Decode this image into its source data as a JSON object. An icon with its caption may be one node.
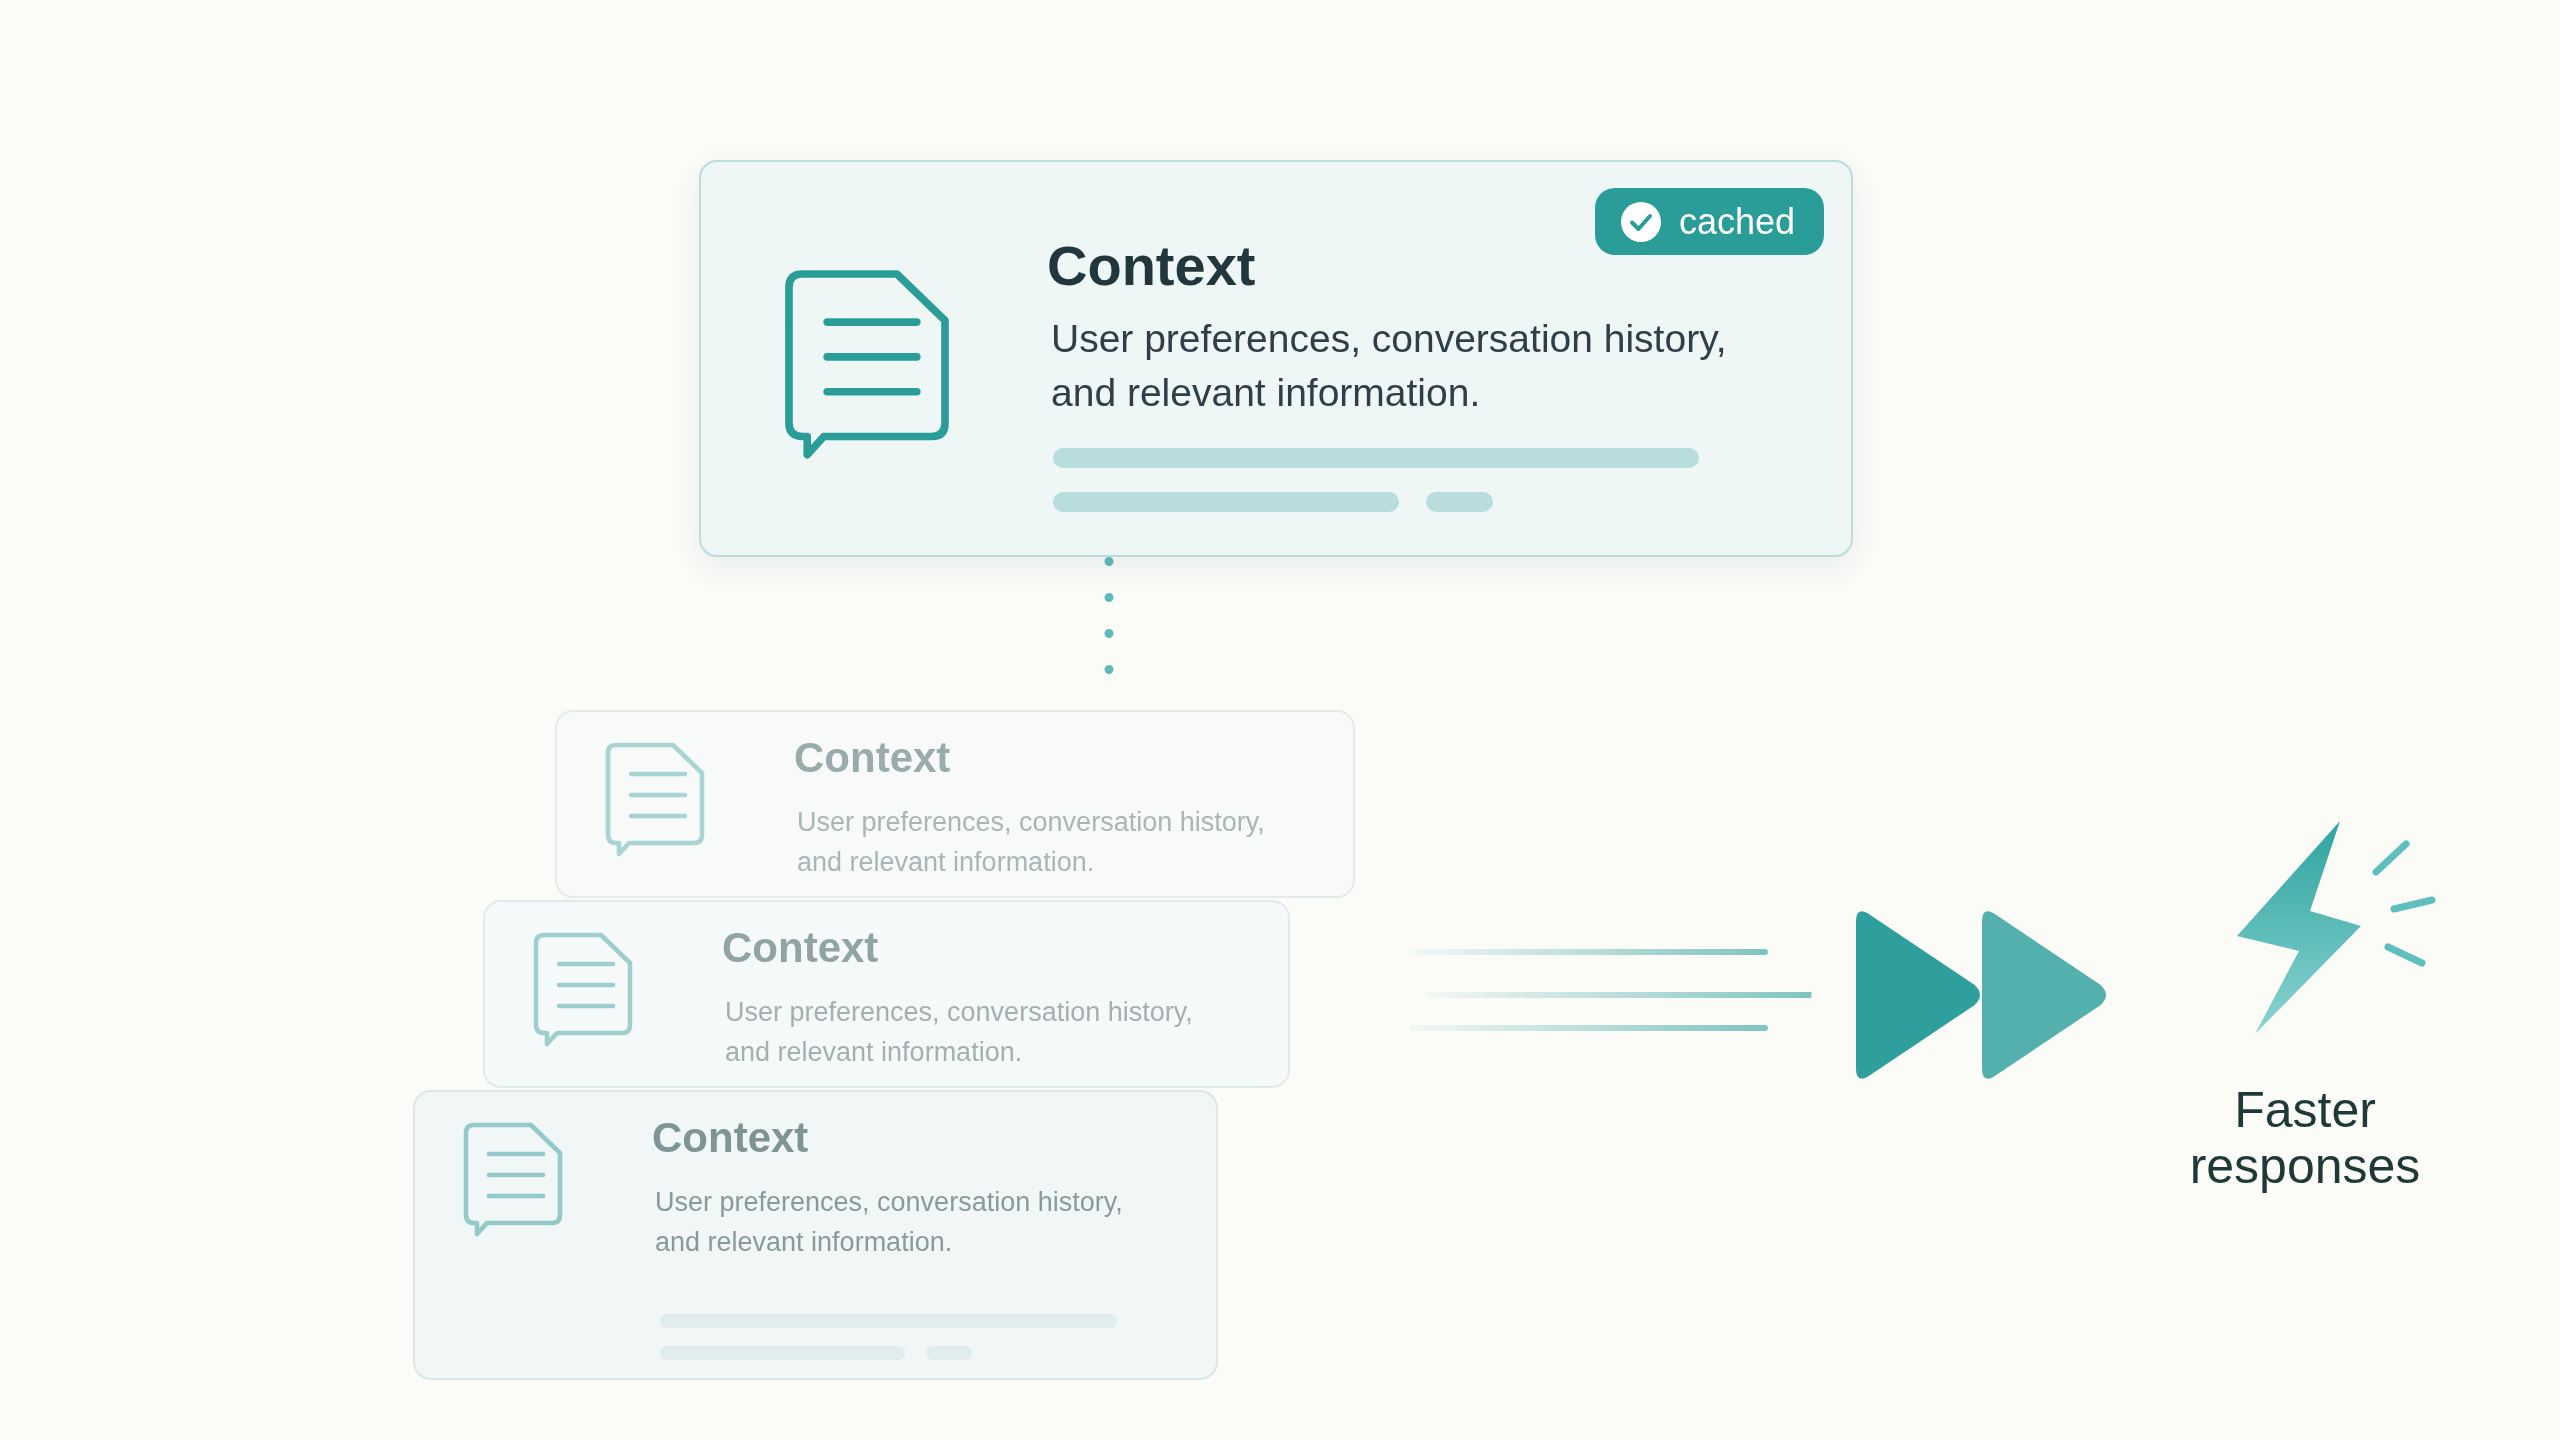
{
  "diagram": {
    "nodes": [
      {
        "text": [
          "Context",
          "User preferences, conversation history, and relevant information."
        ]
      },
      {
        "text": [
          "cached"
        ],
        "in": 0
      },
      {
        "text": [
          "Context",
          "User preferences, conversation history, and relevant information."
        ]
      },
      {
        "text": [
          "Context",
          "User preferences, conversation history, and relevant information."
        ]
      },
      {
        "text": [
          "Context",
          "User preferences, conversation history, and relevant information."
        ]
      },
      {
        "text": [
          "Faster responses"
        ]
      }
    ],
    "edges": [
      {
        "from": 0,
        "to": 2,
        "arrow": "none",
        "style": "dashed"
      },
      {
        "from": null,
        "to": 5,
        "arrow": "to"
      }
    ]
  }
}
